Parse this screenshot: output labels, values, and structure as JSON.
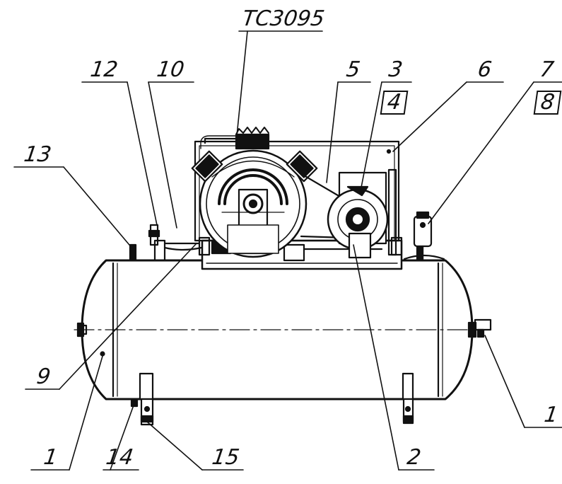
{
  "diagram": {
    "model": "TC3095",
    "callouts": [
      {
        "id": "label-1-left",
        "text": "1"
      },
      {
        "id": "label-1-right",
        "text": "1"
      },
      {
        "id": "label-2",
        "text": "2"
      },
      {
        "id": "label-3",
        "text": "3"
      },
      {
        "id": "label-4",
        "text": "4"
      },
      {
        "id": "label-5",
        "text": "5"
      },
      {
        "id": "label-6",
        "text": "6"
      },
      {
        "id": "label-7",
        "text": "7"
      },
      {
        "id": "label-8",
        "text": "8"
      },
      {
        "id": "label-9",
        "text": "9"
      },
      {
        "id": "label-10",
        "text": "10"
      },
      {
        "id": "label-12",
        "text": "12"
      },
      {
        "id": "label-13",
        "text": "13"
      },
      {
        "id": "label-14",
        "text": "14"
      },
      {
        "id": "label-15",
        "text": "15"
      }
    ]
  }
}
